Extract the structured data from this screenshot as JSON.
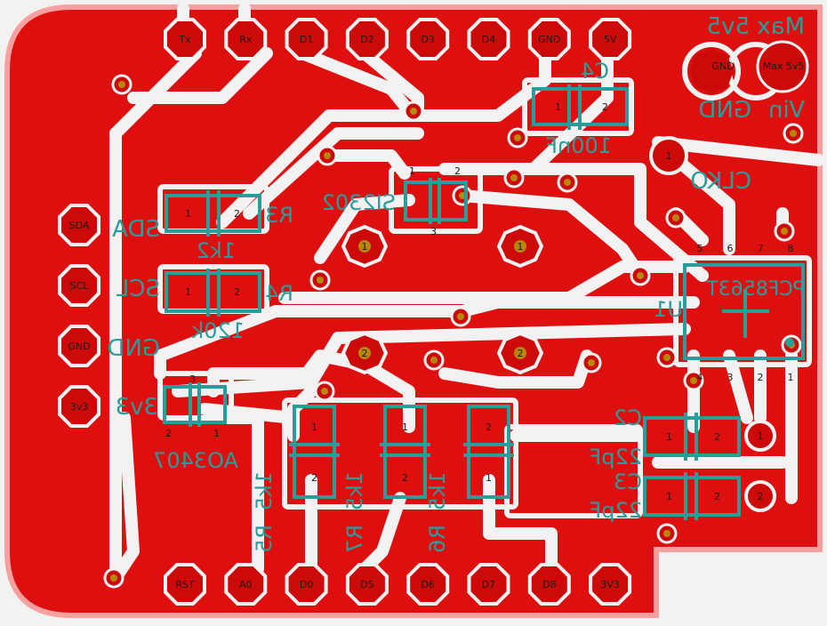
{
  "colors": {
    "background": "#f2f2f2",
    "copper": "#dd0f0f",
    "outline": "#f7a0a0",
    "pad": "#cc0a0a",
    "drill": "#b8860b",
    "silkscreen": "#2a9d9a"
  },
  "headers": {
    "top": [
      "Tx",
      "Rx",
      "D1",
      "D2",
      "D3",
      "D4",
      "GND",
      "5V"
    ],
    "bottom": [
      "RST",
      "A0",
      "D0",
      "D5",
      "D6",
      "D7",
      "D8",
      "3V3"
    ],
    "left": [
      "SDA",
      "SCL",
      "GND",
      "3v3"
    ],
    "power": [
      "GND",
      "Max 5v5"
    ]
  },
  "silkscreen": {
    "max_label": "Max 5v5",
    "power_labels": [
      "Vin",
      "GND"
    ],
    "left_labels": [
      "SDA",
      "SCL",
      "GND",
      "3v3"
    ],
    "clko": "CLKO",
    "u1_name": "U1",
    "u1_value": "PCF8563T",
    "c4_name": "C4",
    "c4_value": "100nF",
    "q1_value": "SI2302",
    "r3_name": "R3",
    "r3_value": "1k2",
    "r4_name": "R4",
    "r4_value": "120k",
    "ao_value": "AO3407",
    "r5_name": "R5",
    "r5_value": "1k5",
    "r7_name": "R7",
    "r7_value": "1k5",
    "r6_name": "R6",
    "r6_value": "1k5",
    "c2_name": "C2",
    "c2_value": "22pF",
    "c3_name": "C3",
    "c3_value": "22pF"
  },
  "pad_numbers": {
    "one": "1",
    "two": "2",
    "three": "3",
    "u1_top": [
      "5",
      "6",
      "7",
      "8"
    ],
    "u1_bottom": [
      "4",
      "3",
      "2",
      "1"
    ]
  }
}
